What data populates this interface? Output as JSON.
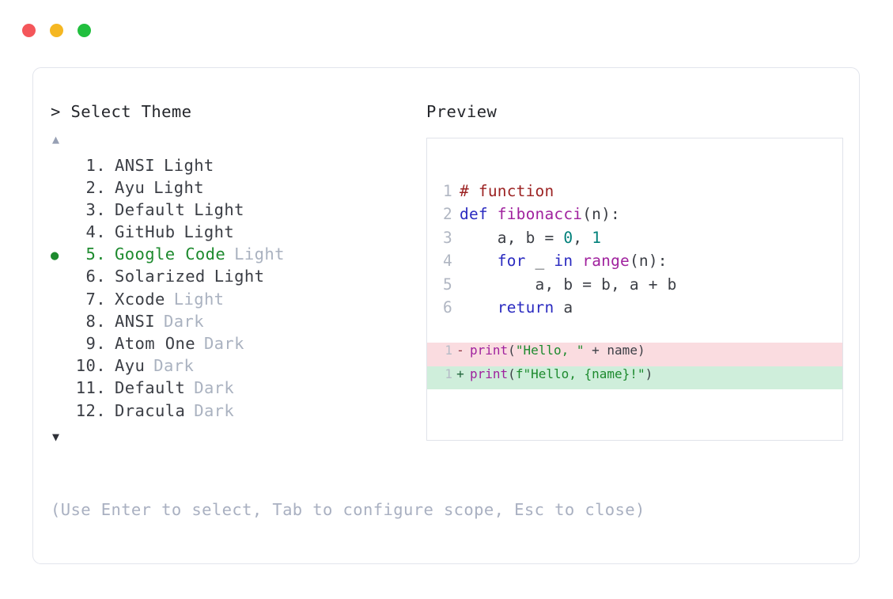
{
  "window": {
    "traffic_lights": [
      {
        "name": "close",
        "color": "#f4565a"
      },
      {
        "name": "minimize",
        "color": "#f5b722"
      },
      {
        "name": "maximize",
        "color": "#21bf3e"
      }
    ]
  },
  "left": {
    "prompt": "> Select Theme",
    "scroll_up": "▲",
    "scroll_down": "▼",
    "selected_bullet": "●",
    "selected_index": 5,
    "items": [
      {
        "index": "1.",
        "name": "ANSI",
        "suffix": "Light",
        "suffix_muted": false,
        "selected": false,
        "bullet": ""
      },
      {
        "index": "2.",
        "name": "Ayu",
        "suffix": "Light",
        "suffix_muted": false,
        "selected": false,
        "bullet": ""
      },
      {
        "index": "3.",
        "name": "Default",
        "suffix": "Light",
        "suffix_muted": false,
        "selected": false,
        "bullet": ""
      },
      {
        "index": "4.",
        "name": "GitHub",
        "suffix": "Light",
        "suffix_muted": false,
        "selected": false,
        "bullet": ""
      },
      {
        "index": "5.",
        "name": "Google Code",
        "suffix": "Light",
        "suffix_muted": true,
        "selected": true,
        "bullet": "●"
      },
      {
        "index": "6.",
        "name": "Solarized",
        "suffix": "Light",
        "suffix_muted": false,
        "selected": false,
        "bullet": ""
      },
      {
        "index": "7.",
        "name": "Xcode",
        "suffix": "Light",
        "suffix_muted": true,
        "selected": false,
        "bullet": ""
      },
      {
        "index": "8.",
        "name": "ANSI",
        "suffix": "Dark",
        "suffix_muted": true,
        "selected": false,
        "bullet": ""
      },
      {
        "index": "9.",
        "name": "Atom One",
        "suffix": "Dark",
        "suffix_muted": true,
        "selected": false,
        "bullet": ""
      },
      {
        "index": "10.",
        "name": "Ayu",
        "suffix": "Dark",
        "suffix_muted": true,
        "selected": false,
        "bullet": ""
      },
      {
        "index": "11.",
        "name": "Default",
        "suffix": "Dark",
        "suffix_muted": true,
        "selected": false,
        "bullet": ""
      },
      {
        "index": "12.",
        "name": "Dracula",
        "suffix": "Dark",
        "suffix_muted": true,
        "selected": false,
        "bullet": ""
      }
    ],
    "hint": "(Use Enter to select, Tab to configure scope, Esc to close)"
  },
  "right": {
    "label": "Preview",
    "code_lines": [
      {
        "num": "1",
        "tokens": [
          {
            "t": "# function",
            "c": "tok-comment"
          }
        ]
      },
      {
        "num": "2",
        "tokens": [
          {
            "t": "def ",
            "c": "tok-keyword"
          },
          {
            "t": "fibonacci",
            "c": "tok-func"
          },
          {
            "t": "(n):",
            "c": "tok-punct"
          }
        ]
      },
      {
        "num": "3",
        "tokens": [
          {
            "t": "    a, b = ",
            "c": "tok-plain"
          },
          {
            "t": "0",
            "c": "tok-number"
          },
          {
            "t": ", ",
            "c": "tok-plain"
          },
          {
            "t": "1",
            "c": "tok-number"
          }
        ]
      },
      {
        "num": "4",
        "tokens": [
          {
            "t": "    ",
            "c": "tok-plain"
          },
          {
            "t": "for",
            "c": "tok-keyword"
          },
          {
            "t": " _ ",
            "c": "tok-plain"
          },
          {
            "t": "in",
            "c": "tok-keyword"
          },
          {
            "t": " ",
            "c": "tok-plain"
          },
          {
            "t": "range",
            "c": "tok-func"
          },
          {
            "t": "(n):",
            "c": "tok-punct"
          }
        ]
      },
      {
        "num": "5",
        "tokens": [
          {
            "t": "        a, b = b, a + b",
            "c": "tok-plain"
          }
        ]
      },
      {
        "num": "6",
        "tokens": [
          {
            "t": "    ",
            "c": "tok-plain"
          },
          {
            "t": "return",
            "c": "tok-keyword"
          },
          {
            "t": " a",
            "c": "tok-plain"
          }
        ]
      }
    ],
    "diff_lines": [
      {
        "num": "1",
        "sign": "-",
        "kind": "removed",
        "tokens": [
          {
            "t": "print",
            "c": "tok-func"
          },
          {
            "t": "(",
            "c": "tok-punct"
          },
          {
            "t": "\"Hello, \"",
            "c": "tok-string"
          },
          {
            "t": " + name)",
            "c": "tok-plain"
          }
        ]
      },
      {
        "num": "1",
        "sign": "+",
        "kind": "added",
        "tokens": [
          {
            "t": "print",
            "c": "tok-func"
          },
          {
            "t": "(",
            "c": "tok-punct"
          },
          {
            "t": "f\"Hello, {name}!\"",
            "c": "tok-string"
          },
          {
            "t": ")",
            "c": "tok-punct"
          }
        ]
      }
    ]
  },
  "colors": {
    "border": "#e2e5ec",
    "accent_green": "#1d8a2e",
    "muted": "#aab2c0",
    "diff_removed_bg": "#fadce0",
    "diff_added_bg": "#cfeedb"
  }
}
